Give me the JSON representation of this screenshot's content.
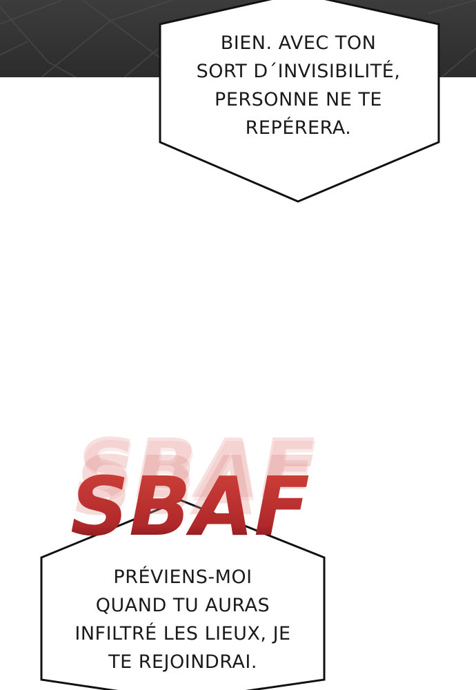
{
  "panel_top": {
    "speech": {
      "lines": [
        "BIEN. AVEC TON",
        "SORT D´INVISIBILITÉ,",
        "PERSONNE NE TE",
        "REPÉRERA."
      ]
    }
  },
  "sfx": {
    "text": "SBAF",
    "color": "#c0302a"
  },
  "panel_bottom": {
    "speech": {
      "lines": [
        "PRÉVIENS-MOI",
        "QUAND TU AURAS",
        "INFILTRÉ LES LIEUX, JE",
        "TE REJOINDRAI."
      ]
    }
  }
}
